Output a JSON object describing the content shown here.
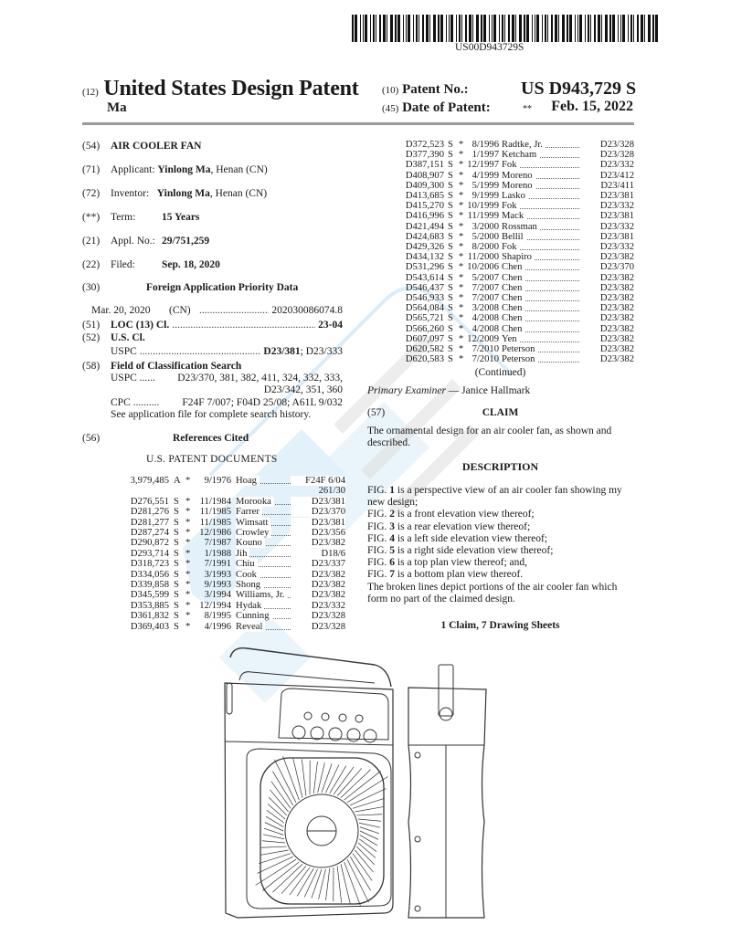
{
  "barcode_text": "US00D943729S",
  "header": {
    "type_code": "(12)",
    "title": "United States Design Patent",
    "inventor_short": "Ma",
    "patent_no_code": "(10)",
    "patent_no_label": "Patent No.:",
    "patent_no": "US D943,729 S",
    "date_code": "(45)",
    "date_label": "Date of Patent:",
    "date_stars": "**",
    "date": "Feb. 15, 2022"
  },
  "biblio": {
    "title_code": "(54)",
    "title": "AIR COOLER FAN",
    "applicant_code": "(71)",
    "applicant_label": "Applicant:",
    "applicant_name": "Yinlong Ma",
    "applicant_loc": ", Henan (CN)",
    "inventor_code": "(72)",
    "inventor_label": "Inventor:",
    "inventor_name": "Yinlong Ma",
    "inventor_loc": ", Henan (CN)",
    "term_code": "(**)",
    "term_label": "Term:",
    "term": "15 Years",
    "appl_code": "(21)",
    "appl_label": "Appl. No.:",
    "appl_no": "29/751,259",
    "filed_code": "(22)",
    "filed_label": "Filed:",
    "filed": "Sep. 18, 2020",
    "priority_code": "(30)",
    "priority_heading": "Foreign Application Priority Data",
    "priority_date": "Mar. 20, 2020",
    "priority_country": "(CN)",
    "priority_no": "202030086074.8",
    "loc_code": "(51)",
    "loc_label": "LOC (13) Cl.",
    "loc_value": "23-04",
    "uscl_code": "(52)",
    "uscl_label": "U.S. Cl.",
    "uscl_uspc": "USPC",
    "uscl_main": "D23/381",
    "uscl_rest": "; D23/333",
    "search_code": "(58)",
    "search_label": "Field of Classification Search",
    "search_uspc_label": "USPC",
    "search_uspc_1": "D23/370, 381, 382, 411, 324, 332, 333,",
    "search_uspc_2": "D23/342, 351, 360",
    "search_cpc_label": "CPC",
    "search_cpc": "F24F 7/007; F04D 25/08; A61L 9/032",
    "search_note": "See application file for complete search history.",
    "refs_code": "(56)",
    "refs_heading": "References Cited",
    "refs_subheading": "U.S. PATENT DOCUMENTS"
  },
  "references_left": [
    {
      "no": "3,979,485",
      "kind": "A",
      "star": "*",
      "date": "9/1976",
      "name": "Hoag",
      "cls": "F24F 6/04",
      "cls2": "261/30"
    },
    {
      "no": "D276,551",
      "kind": "S",
      "star": "*",
      "date": "11/1984",
      "name": "Morooka",
      "cls": "D23/381"
    },
    {
      "no": "D281,276",
      "kind": "S",
      "star": "*",
      "date": "11/1985",
      "name": "Farrer",
      "cls": "D23/370"
    },
    {
      "no": "D281,277",
      "kind": "S",
      "star": "*",
      "date": "11/1985",
      "name": "Wimsatt",
      "cls": "D23/381"
    },
    {
      "no": "D287,274",
      "kind": "S",
      "star": "*",
      "date": "12/1986",
      "name": "Crowley",
      "cls": "D23/356"
    },
    {
      "no": "D290,872",
      "kind": "S",
      "star": "*",
      "date": "7/1987",
      "name": "Kouno",
      "cls": "D23/382"
    },
    {
      "no": "D293,714",
      "kind": "S",
      "star": "*",
      "date": "1/1988",
      "name": "Jih",
      "cls": "D18/6"
    },
    {
      "no": "D318,723",
      "kind": "S",
      "star": "*",
      "date": "7/1991",
      "name": "Chiu",
      "cls": "D23/337"
    },
    {
      "no": "D334,056",
      "kind": "S",
      "star": "*",
      "date": "3/1993",
      "name": "Cook",
      "cls": "D23/382"
    },
    {
      "no": "D339,858",
      "kind": "S",
      "star": "*",
      "date": "9/1993",
      "name": "Shong",
      "cls": "D23/382"
    },
    {
      "no": "D345,599",
      "kind": "S",
      "star": "*",
      "date": "3/1994",
      "name": "Williams, Jr.",
      "cls": "D23/382"
    },
    {
      "no": "D353,885",
      "kind": "S",
      "star": "*",
      "date": "12/1994",
      "name": "Hydak",
      "cls": "D23/332"
    },
    {
      "no": "D361,832",
      "kind": "S",
      "star": "*",
      "date": "8/1995",
      "name": "Cunning",
      "cls": "D23/328"
    },
    {
      "no": "D369,403",
      "kind": "S",
      "star": "*",
      "date": "4/1996",
      "name": "Reveal",
      "cls": "D23/328"
    }
  ],
  "references_right": [
    {
      "no": "D372,523",
      "kind": "S",
      "star": "*",
      "date": "8/1996",
      "name": "Radtke, Jr.",
      "cls": "D23/328"
    },
    {
      "no": "D377,390",
      "kind": "S",
      "star": "*",
      "date": "1/1997",
      "name": "Ketcham",
      "cls": "D23/328"
    },
    {
      "no": "D387,151",
      "kind": "S",
      "star": "*",
      "date": "12/1997",
      "name": "Fok",
      "cls": "D23/332"
    },
    {
      "no": "D408,907",
      "kind": "S",
      "star": "*",
      "date": "4/1999",
      "name": "Moreno",
      "cls": "D23/412"
    },
    {
      "no": "D409,300",
      "kind": "S",
      "star": "*",
      "date": "5/1999",
      "name": "Moreno",
      "cls": "D23/411"
    },
    {
      "no": "D413,685",
      "kind": "S",
      "star": "*",
      "date": "9/1999",
      "name": "Lasko",
      "cls": "D23/381"
    },
    {
      "no": "D415,270",
      "kind": "S",
      "star": "*",
      "date": "10/1999",
      "name": "Fok",
      "cls": "D23/332"
    },
    {
      "no": "D416,996",
      "kind": "S",
      "star": "*",
      "date": "11/1999",
      "name": "Mack",
      "cls": "D23/381"
    },
    {
      "no": "D421,494",
      "kind": "S",
      "star": "*",
      "date": "3/2000",
      "name": "Rossman",
      "cls": "D23/332"
    },
    {
      "no": "D424,683",
      "kind": "S",
      "star": "*",
      "date": "5/2000",
      "name": "Bellil",
      "cls": "D23/381"
    },
    {
      "no": "D429,326",
      "kind": "S",
      "star": "*",
      "date": "8/2000",
      "name": "Fok",
      "cls": "D23/332"
    },
    {
      "no": "D434,132",
      "kind": "S",
      "star": "*",
      "date": "11/2000",
      "name": "Shapiro",
      "cls": "D23/382"
    },
    {
      "no": "D531,296",
      "kind": "S",
      "star": "*",
      "date": "10/2006",
      "name": "Chen",
      "cls": "D23/370"
    },
    {
      "no": "D543,614",
      "kind": "S",
      "star": "*",
      "date": "5/2007",
      "name": "Chen",
      "cls": "D23/382"
    },
    {
      "no": "D546,437",
      "kind": "S",
      "star": "*",
      "date": "7/2007",
      "name": "Chen",
      "cls": "D23/382"
    },
    {
      "no": "D546,933",
      "kind": "S",
      "star": "*",
      "date": "7/2007",
      "name": "Chen",
      "cls": "D23/382"
    },
    {
      "no": "D564,084",
      "kind": "S",
      "star": "*",
      "date": "3/2008",
      "name": "Chen",
      "cls": "D23/382"
    },
    {
      "no": "D565,721",
      "kind": "S",
      "star": "*",
      "date": "4/2008",
      "name": "Chen",
      "cls": "D23/382"
    },
    {
      "no": "D566,260",
      "kind": "S",
      "star": "*",
      "date": "4/2008",
      "name": "Chen",
      "cls": "D23/382"
    },
    {
      "no": "D607,097",
      "kind": "S",
      "star": "*",
      "date": "12/2009",
      "name": "Yen",
      "cls": "D23/382"
    },
    {
      "no": "D620,582",
      "kind": "S",
      "star": "*",
      "date": "7/2010",
      "name": "Peterson",
      "cls": "D23/382"
    },
    {
      "no": "D620,583",
      "kind": "S",
      "star": "*",
      "date": "7/2010",
      "name": "Peterson",
      "cls": "D23/382"
    }
  ],
  "continued": "(Continued)",
  "examiner": {
    "label": "Primary Examiner",
    "name": "— Janice Hallmark"
  },
  "claim": {
    "code": "(57)",
    "heading": "CLAIM",
    "text_1": "The ornamental design for an air cooler fan, as shown and",
    "text_2": "described."
  },
  "description": {
    "heading": "DESCRIPTION",
    "lines": [
      {
        "pre": "FIG. ",
        "fig": "1",
        "post": " is a perspective view of an air cooler fan showing my"
      },
      {
        "pre": "new design;",
        "fig": "",
        "post": ""
      },
      {
        "pre": "FIG. ",
        "fig": "2",
        "post": " is a front elevation view thereof;"
      },
      {
        "pre": "FIG. ",
        "fig": "3",
        "post": " is a rear elevation view thereof;"
      },
      {
        "pre": "FIG. ",
        "fig": "4",
        "post": " is a left side elevation view thereof;"
      },
      {
        "pre": "FIG. ",
        "fig": "5",
        "post": " is a right side elevation view thereof;"
      },
      {
        "pre": "FIG. ",
        "fig": "6",
        "post": " is a top plan view thereof; and,"
      },
      {
        "pre": "FIG. ",
        "fig": "7",
        "post": " is a bottom plan view thereof."
      },
      {
        "pre": "The broken lines depict portions of the air cooler fan which",
        "fig": "",
        "post": ""
      },
      {
        "pre": "form no part of the claimed design.",
        "fig": "",
        "post": ""
      }
    ],
    "summary": "1 Claim, 7 Drawing Sheets"
  },
  "colors": {
    "rule": "#9a9a9a",
    "watermark": "#bfe0f5"
  }
}
